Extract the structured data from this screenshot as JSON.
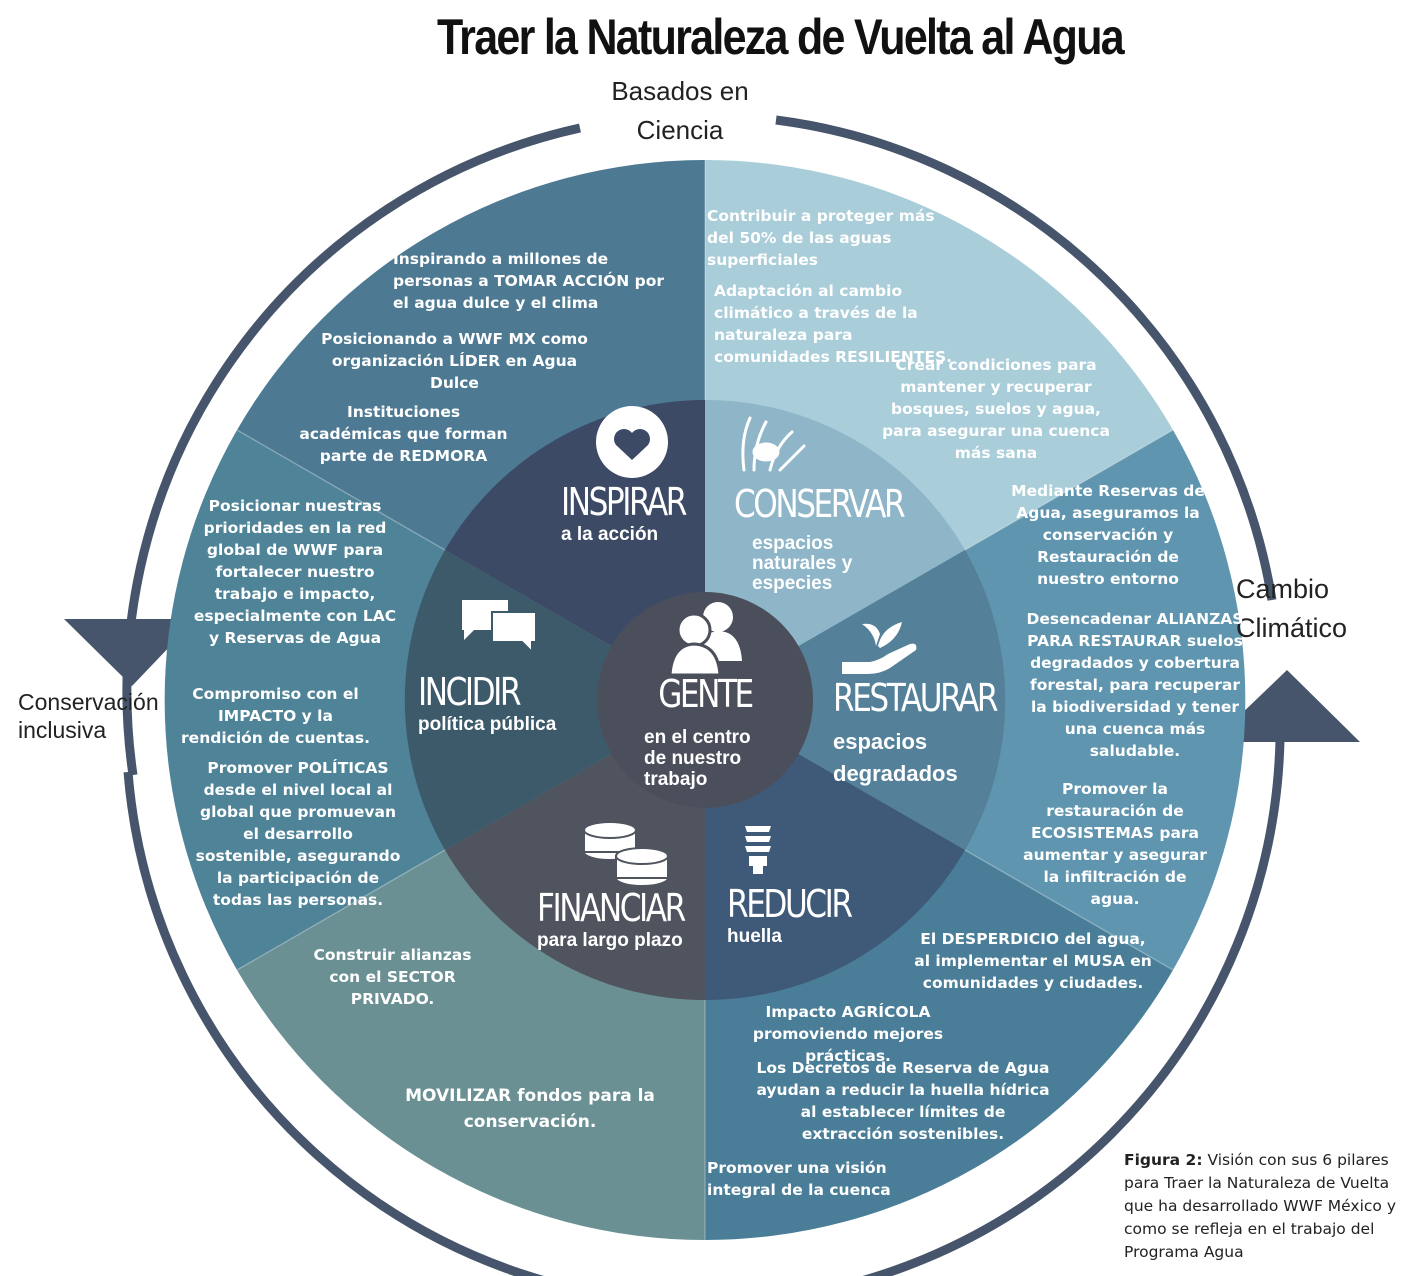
{
  "title": "Traer la Naturaleza de Vuelta al Agua",
  "outer_labels": {
    "science": "Basados en Ciencia",
    "climate": "Cambio Climático",
    "inclusive": "Conservación inclusiva"
  },
  "center": {
    "name": "GENTE",
    "subtitle": "en el centro de nuestro trabajo",
    "icon": "people-icon"
  },
  "pillars": {
    "inspirar": {
      "name": "INSPIRAR",
      "subtitle": "a la acción",
      "icon": "heart-icon"
    },
    "conservar": {
      "name": "CONSERVAR",
      "subtitle": "espacios naturales y especies",
      "icon": "coral-fish-icon"
    },
    "restaurar": {
      "name": "RESTAURAR",
      "subtitle": "espacios degradados",
      "icon": "hand-plant-icon"
    },
    "reducir": {
      "name": "REDUCIR",
      "subtitle": "huella",
      "icon": "lightbulb-icon"
    },
    "financiar": {
      "name": "FINANCIAR",
      "subtitle": "para largo plazo",
      "icon": "coins-icon"
    },
    "incidir": {
      "name": "INCIDIR",
      "subtitle": "política pública",
      "icon": "speech-bubbles-icon"
    }
  },
  "statements": {
    "inspirar_1": "Inspirando a millones de personas a TOMAR ACCIÓN por el agua dulce y el clima",
    "inspirar_2": "Posicionando a WWF MX como organización LÍDER en Agua Dulce",
    "inspirar_3": "Instituciones académicas que forman parte de REDMORA",
    "conservar_1": "Contribuir a proteger más del 50% de las aguas superficiales",
    "conservar_2": "Adaptación al cambio climático a través de la naturaleza para comunidades RESILIENTES.",
    "conservar_3": "Crear condiciones para mantener y recuperar bosques, suelos y agua, para asegurar una cuenca más sana",
    "restaurar_1": "Mediante Reservas de Agua, aseguramos la conservación y Restauración de nuestro entorno",
    "restaurar_2": "Desencadenar ALIANZAS PARA RESTAURAR suelos degradados y cobertura forestal, para recuperar la biodiversidad y tener una cuenca más saludable.",
    "restaurar_3": "Promover la restauración de ECOSISTEMAS para aumentar y asegurar la infiltración de agua.",
    "reducir_1": "El DESPERDICIO del agua, al implementar el MUSA en comunidades y ciudades.",
    "reducir_2": "Impacto AGRÍCOLA promoviendo mejores prácticas.",
    "reducir_3": "Los Decretos de Reserva de Agua ayudan a reducir la huella hídrica al establecer límites de extracción sostenibles.",
    "reducir_4": "Promover una visión integral de la cuenca",
    "financiar_1": "Construir alianzas con el SECTOR PRIVADO.",
    "financiar_2": "MOVILIZAR fondos para la conservación.",
    "incidir_1": "Posicionar nuestras prioridades en la red global de WWF para fortalecer nuestro trabajo e impacto, especialmente con LAC y Reservas de Agua",
    "incidir_2": "Compromiso con el IMPACTO y la rendición de cuentas.",
    "incidir_3": "Promover POLÍTICAS desde el nivel local al global que promuevan el desarrollo sostenible, asegurando la participación de todas las personas."
  },
  "caption": {
    "label": "Figura 2:",
    "text": "Visión con sus 6 pilares para Traer la Naturaleza de Vuelta que ha desarrollado WWF México y como se refleja en el trabajo del Programa Agua"
  },
  "colors": {
    "ring": "#46556b",
    "inspirar_outer": "#4d7a92",
    "conservar_outer": "#a9cdd9",
    "restaurar_outer": "#5f95ae",
    "reducir_outer": "#4a7e98",
    "financiar_outer": "#6a9094",
    "incidir_outer": "#4f8398",
    "center": "#4b4f5c"
  }
}
